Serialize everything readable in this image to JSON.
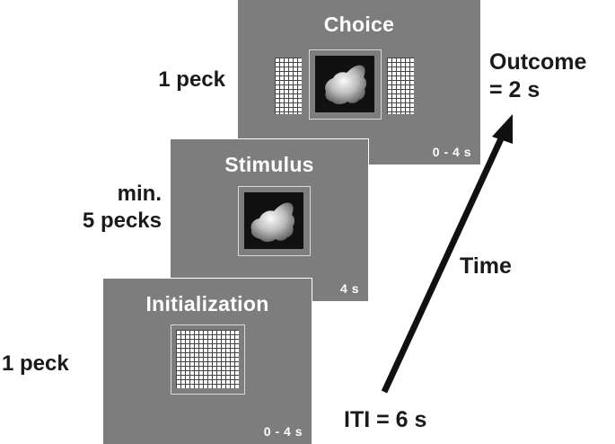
{
  "screens": {
    "choice": {
      "title": "Choice",
      "duration": "0 - 4 s"
    },
    "stimulus": {
      "title": "Stimulus",
      "duration": "4 s"
    },
    "initialization": {
      "title": "Initialization",
      "duration": "0 - 4 s"
    }
  },
  "responses": {
    "choice": "1 peck",
    "stimulus_line1": "min.",
    "stimulus_line2": "5 pecks",
    "initialization": "1 peck"
  },
  "annotations": {
    "outcome_line1": "Outcome",
    "outcome_line2": "= 2 s",
    "time_axis": "Time",
    "iti": "ITI = 6 s"
  },
  "colors": {
    "screen_gray": "#7d7d7d",
    "arrow": "#111111",
    "text": "#1a1a1a"
  }
}
